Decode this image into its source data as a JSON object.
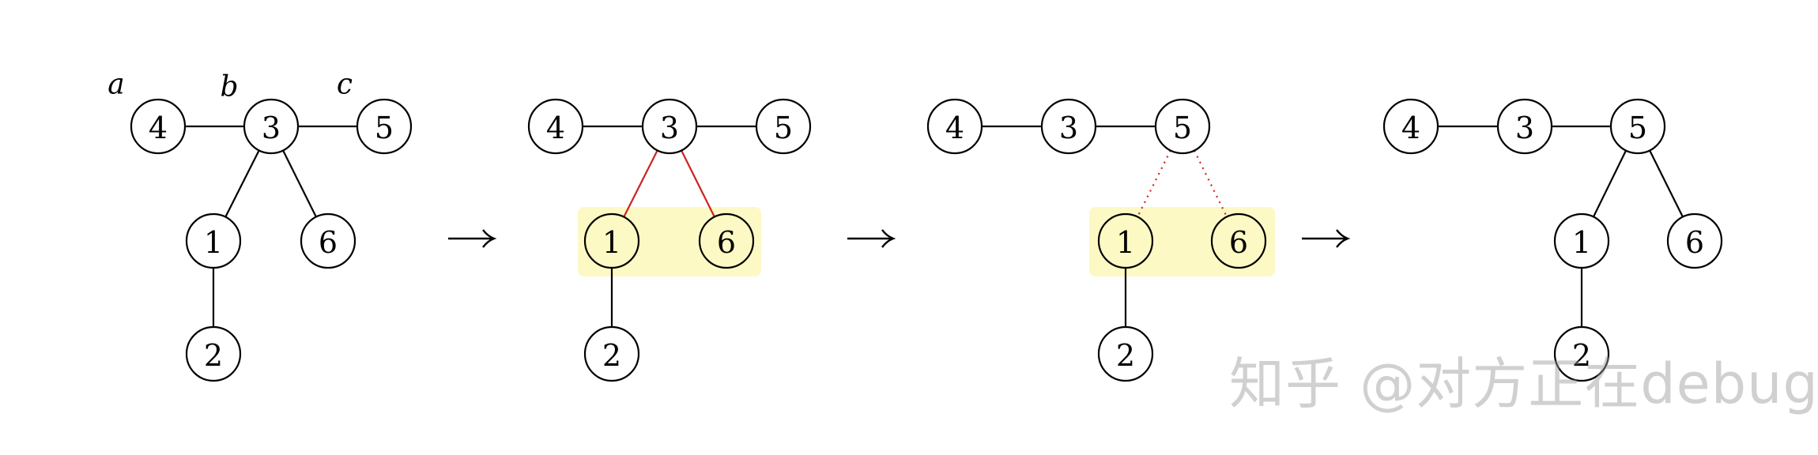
{
  "panels": [
    {
      "name": "panel-1",
      "var_labels": [
        "a",
        "b",
        "c"
      ],
      "nodes": [
        "4",
        "3",
        "5",
        "1",
        "6",
        "2"
      ],
      "edges": [
        [
          "4",
          "3"
        ],
        [
          "3",
          "5"
        ],
        [
          "3",
          "1"
        ],
        [
          "3",
          "6"
        ],
        [
          "1",
          "2"
        ]
      ],
      "highlight": []
    },
    {
      "name": "panel-2",
      "var_labels": [],
      "nodes": [
        "4",
        "3",
        "5",
        "1",
        "6",
        "2"
      ],
      "edges": [
        [
          "4",
          "3"
        ],
        [
          "3",
          "5"
        ],
        [
          "3",
          "1",
          "red"
        ],
        [
          "3",
          "6",
          "red"
        ],
        [
          "1",
          "2"
        ]
      ],
      "highlight": [
        "1",
        "6"
      ]
    },
    {
      "name": "panel-3",
      "var_labels": [],
      "nodes": [
        "4",
        "3",
        "5",
        "1",
        "6",
        "2"
      ],
      "edges": [
        [
          "4",
          "3"
        ],
        [
          "3",
          "5"
        ],
        [
          "5",
          "1",
          "dotted"
        ],
        [
          "5",
          "6",
          "dotted"
        ],
        [
          "1",
          "2"
        ]
      ],
      "highlight": [
        "1",
        "6"
      ]
    },
    {
      "name": "panel-4",
      "var_labels": [],
      "nodes": [
        "4",
        "3",
        "5",
        "1",
        "6",
        "2"
      ],
      "edges": [
        [
          "4",
          "3"
        ],
        [
          "3",
          "5"
        ],
        [
          "5",
          "1"
        ],
        [
          "5",
          "6"
        ],
        [
          "1",
          "2"
        ]
      ],
      "highlight": []
    }
  ],
  "arrow_symbol": "→",
  "watermark": "知乎 @对方正在debug",
  "colors": {
    "highlight_fill": "#fdf9c4",
    "red_edge": "#cc2222",
    "stroke": "#000000"
  }
}
